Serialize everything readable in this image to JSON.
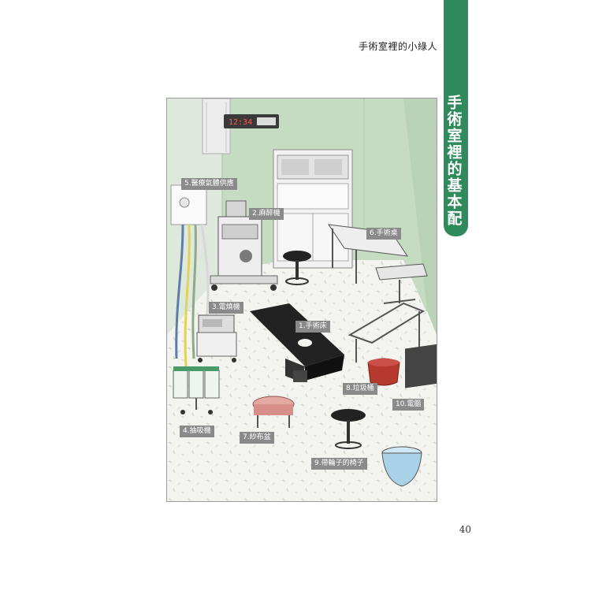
{
  "running_header": "手術室裡的小綠人",
  "chapter_tab": "手術室裡的基本配置",
  "page_number": "40",
  "monitor_display": "12:34",
  "colors": {
    "accent": "#2f8a5c",
    "wall": "#c5dcc3",
    "floor": "#f2f2ee",
    "label_bg": "#8a8a8a",
    "bed": "#222222",
    "bin_red": "#b5392d",
    "basin_pink": "#e4a9a3",
    "bin_blue": "#a9d2e8"
  },
  "labels": {
    "gas_supply": "5.醫療氣體供應",
    "anesthesia": "2.麻醉機",
    "surgical_table": "6.手術桌",
    "electrocautery": "3.電燒機",
    "operating_bed": "1.手術床",
    "trash_bin": "8.垃圾桶",
    "computer": "10.電腦",
    "suction": "4.抽吸機",
    "gauze_basin": "7.紗布盆",
    "wheeled_chair": "9.帶輪子的椅子"
  }
}
